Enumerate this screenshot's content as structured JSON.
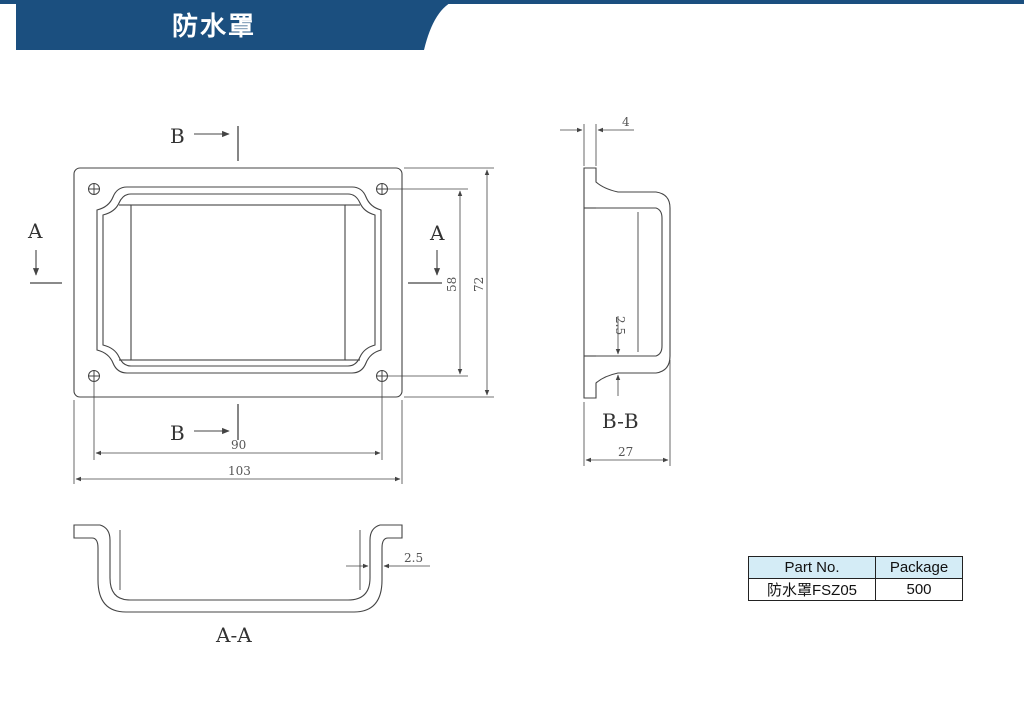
{
  "header": {
    "title": "防水罩",
    "accent_color": "#1b4f7f"
  },
  "front_view": {
    "section_label_a": "A",
    "section_label_b": "B",
    "dims": {
      "inner_width": "90",
      "outer_width": "103",
      "inner_height": "58",
      "outer_height": "72"
    }
  },
  "side_view": {
    "label": "B-B",
    "dims": {
      "flange": "4",
      "wall": "2.5",
      "depth": "27"
    }
  },
  "section_view": {
    "label": "A-A",
    "dims": {
      "wall": "2.5"
    }
  },
  "spec_table": {
    "headers": [
      "Part No.",
      "Package"
    ],
    "rows": [
      [
        "防水罩FSZ05",
        "500"
      ]
    ],
    "header_bg": "#d4ecf6"
  }
}
